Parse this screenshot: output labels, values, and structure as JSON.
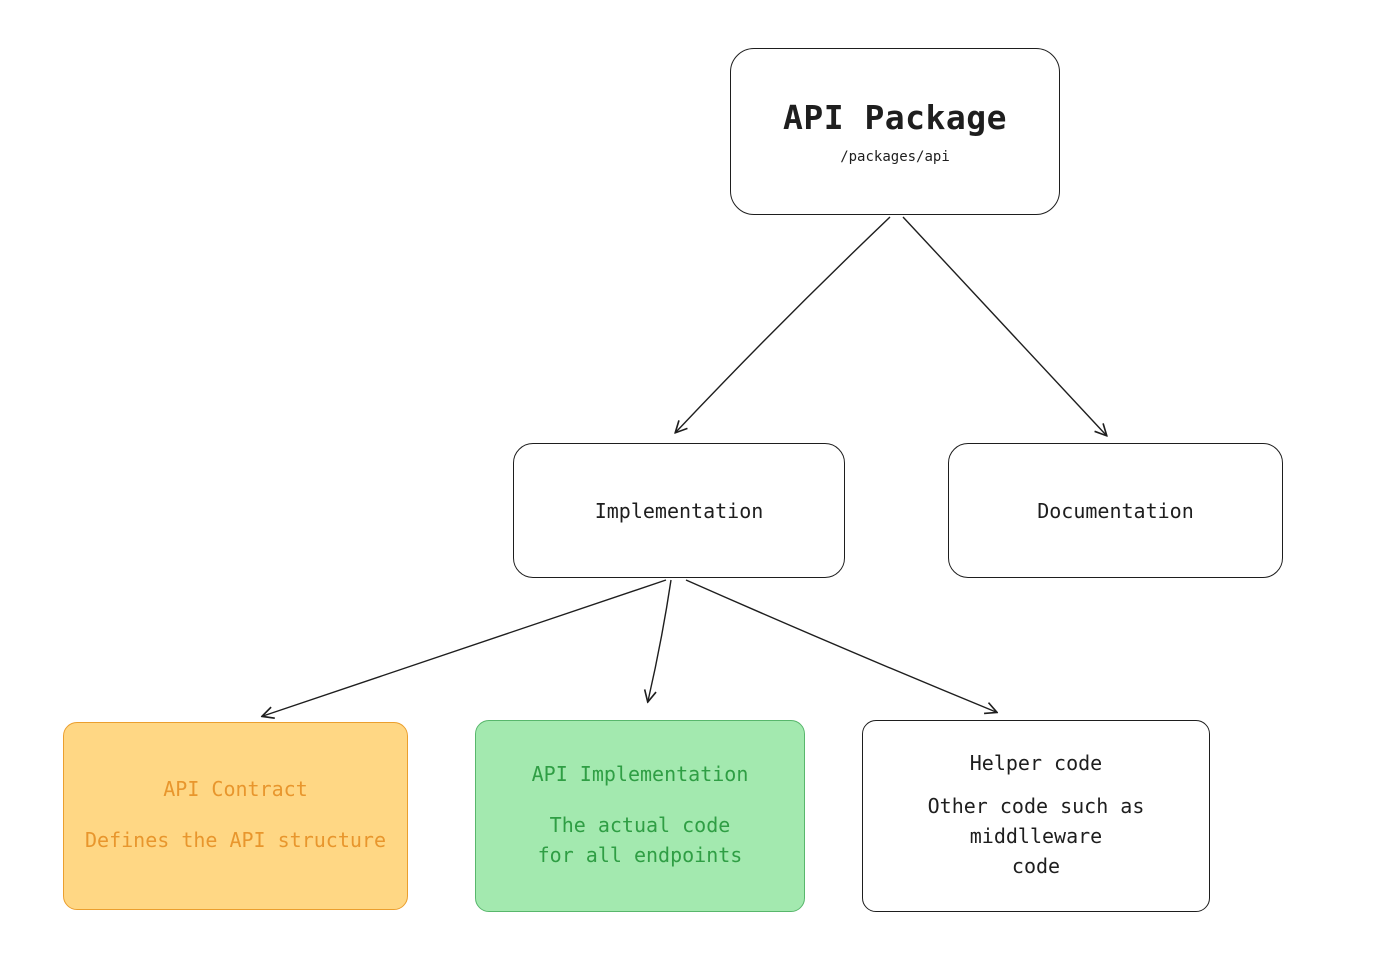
{
  "page": {
    "background_color": "#ffffff",
    "stroke_default_color": "#1e1e1e"
  },
  "nodes": {
    "api_package": {
      "title": "API Package",
      "subtitle": "/packages/api"
    },
    "implementation": {
      "label": "Implementation"
    },
    "documentation": {
      "label": "Documentation"
    },
    "api_contract": {
      "title": "API Contract",
      "description": "Defines the API structure",
      "fill_color": "#ffd784",
      "stroke_color": "#eb9f2e",
      "text_color": "#e8962d"
    },
    "api_implementation": {
      "title": "API Implementation",
      "description": "The actual code\nfor all endpoints",
      "fill_color": "#a3e9af",
      "stroke_color": "#58b76c",
      "text_color": "#2f9e44"
    },
    "helper_code": {
      "title": "Helper code",
      "description": "Other code such as\nmiddlleware\ncode"
    }
  },
  "edges": [
    {
      "from": "api-package",
      "to": "implementation"
    },
    {
      "from": "api-package",
      "to": "documentation"
    },
    {
      "from": "implementation",
      "to": "api-contract"
    },
    {
      "from": "implementation",
      "to": "api-implementation"
    },
    {
      "from": "implementation",
      "to": "helper-code"
    }
  ]
}
